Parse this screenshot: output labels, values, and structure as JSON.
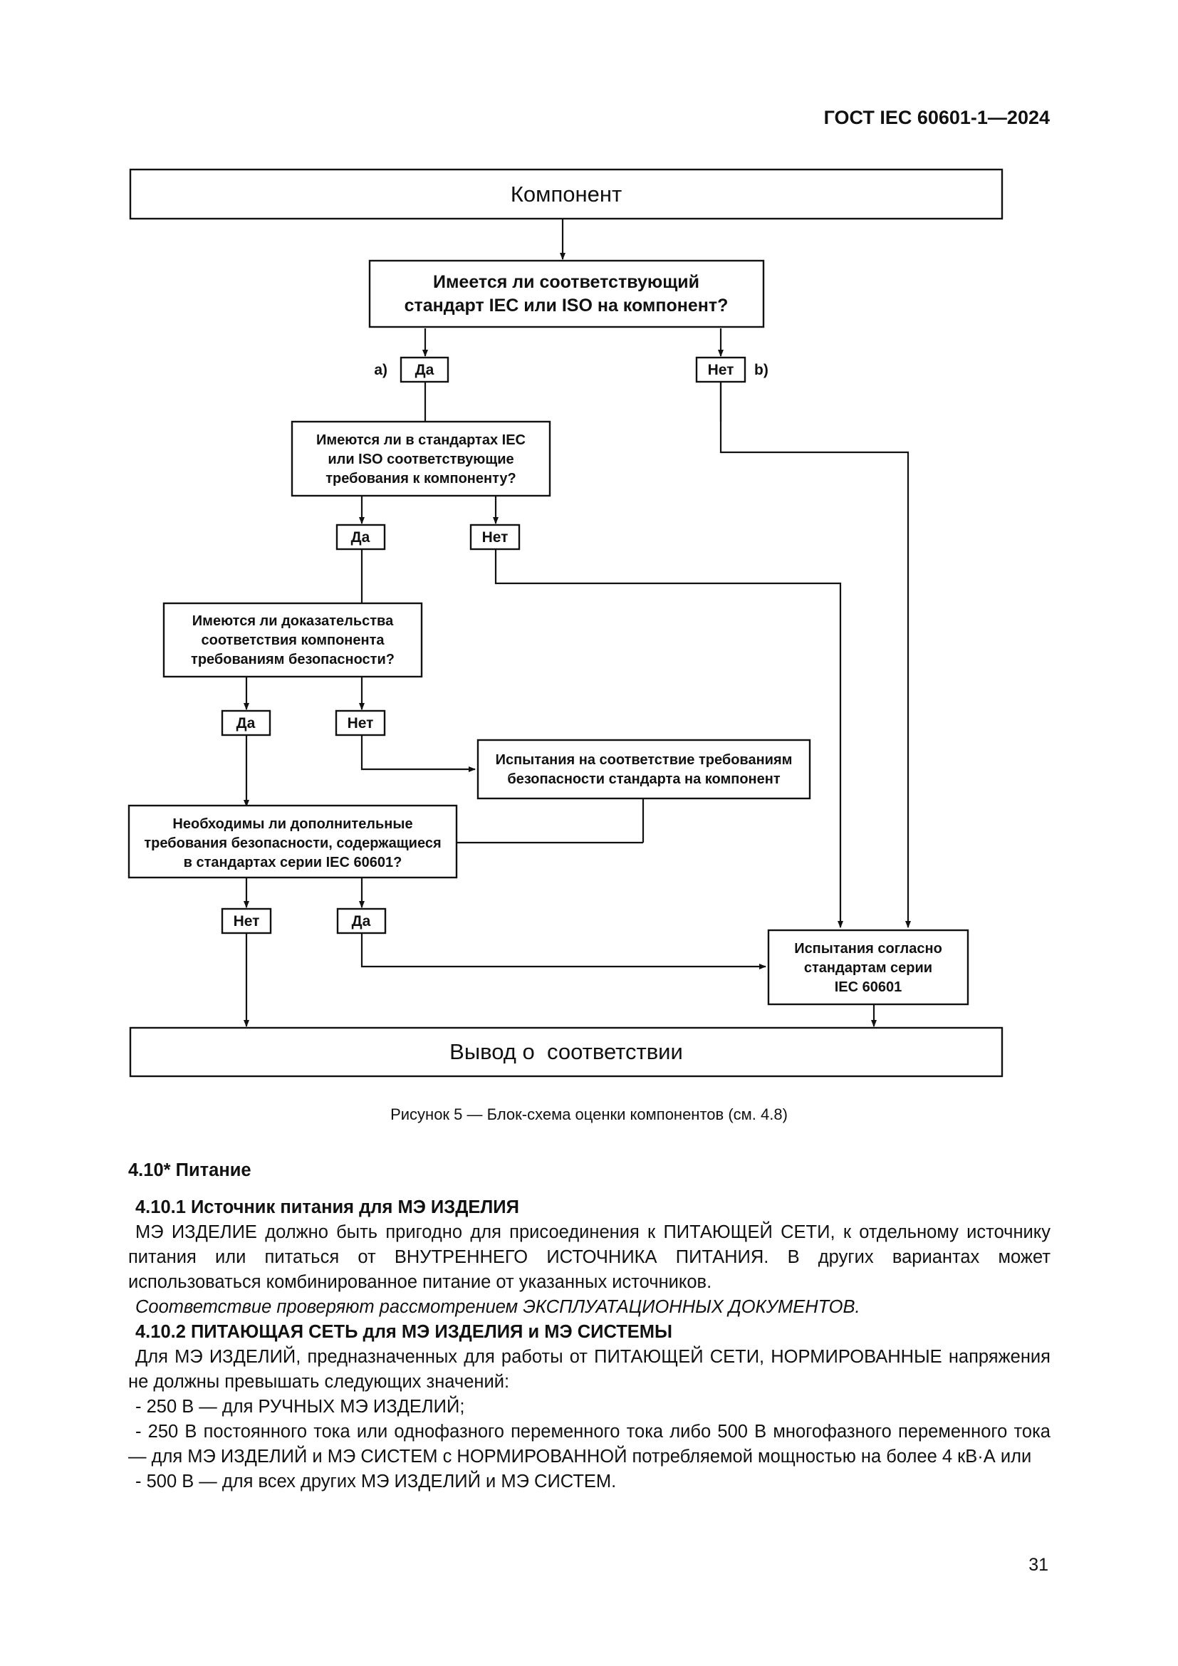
{
  "header": {
    "doc_id": "ГОСТ IEC 60601-1—2024"
  },
  "flowchart": {
    "start": "Компонент",
    "q1": [
      "Имеется ли соответствующий",
      "стандарт IEC или ISO на компонент?"
    ],
    "q1_yes": "Да",
    "q1_yes_note": "a)",
    "q1_no": "Нет",
    "q1_no_note": "b)",
    "q2": [
      "Имеются ли в стандартах IEC",
      "или ISO соответствующие",
      "требования к компоненту?"
    ],
    "q2_yes": "Да",
    "q2_no": "Нет",
    "q3": [
      "Имеются ли доказательства",
      "соответствия компонента",
      "требованиям безопасности?"
    ],
    "q3_yes": "Да",
    "q3_no": "Нет",
    "test_component": [
      "Испытания на соответствие требованиям",
      "безопасности стандарта на компонент"
    ],
    "q4": [
      "Необходимы ли дополнительные",
      "требования безопасности, содержащиеся",
      "в стандартах серии IEC 60601?"
    ],
    "q4_no": "Нет",
    "q4_yes": "Да",
    "test_60601": [
      "Испытания согласно",
      "стандартам серии",
      "IEC 60601"
    ],
    "end": "Вывод о  соответствии"
  },
  "caption": "Рисунок 5 — Блок-схема оценки компонентов (см. 4.8)",
  "sections": {
    "s4_10": "4.10* Питание",
    "s4_10_1": "4.10.1 Источник питания для МЭ ИЗДЕЛИЯ",
    "s4_10_1_text": "МЭ ИЗДЕЛИЕ должно быть пригодно для присоединения к ПИТАЮЩЕЙ СЕТИ, к отдельному источнику питания или питаться от ВНУТРЕННЕГО ИСТОЧНИКА ПИТАНИЯ. В других вариантах может использоваться комбинированное питание от указанных источников.",
    "s4_10_1_check": "Соответствие проверяют рассмотрением ЭКСПЛУАТАЦИОННЫХ ДОКУМЕНТОВ.",
    "s4_10_2": "4.10.2 ПИТАЮЩАЯ СЕТЬ для МЭ ИЗДЕЛИЯ и МЭ СИСТЕМЫ",
    "s4_10_2_text": "Для МЭ ИЗДЕЛИЙ, предназначенных для работы от ПИТАЮЩЕЙ СЕТИ, НОРМИРОВАННЫЕ напряжения не должны превышать следующих значений:",
    "list": [
      "- 250 В — для РУЧНЫХ МЭ ИЗДЕЛИЙ;",
      "- 250 В постоянного тока или однофазного переменного тока либо 500 В многофазного переменного тока — для МЭ ИЗДЕЛИЙ и МЭ СИСТЕМ с НОРМИРОВАННОЙ потребляемой мощностью на более 4 кВ·А или",
      "- 500 В — для всех других МЭ ИЗДЕЛИЙ и МЭ СИСТЕМ."
    ]
  },
  "page_number": "31"
}
